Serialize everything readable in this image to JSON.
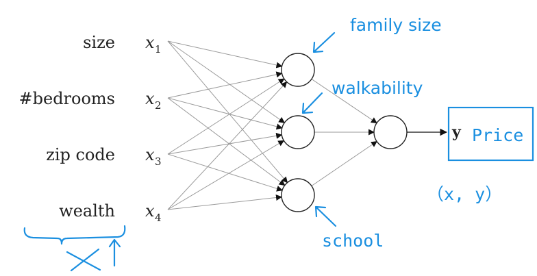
{
  "diagram": {
    "inputs": [
      {
        "label": "size",
        "var": "x",
        "sub": "1"
      },
      {
        "label": "#bedrooms",
        "var": "x",
        "sub": "2"
      },
      {
        "label": "zip code",
        "var": "x",
        "sub": "3"
      },
      {
        "label": "wealth",
        "var": "x",
        "sub": "4"
      }
    ],
    "output_label": "y",
    "annotations": {
      "hidden1": "family size",
      "hidden2": "walkability",
      "hidden3": "school",
      "price": "Price",
      "pair": "（x, y）"
    }
  },
  "colors": {
    "ink": "#222222",
    "edge": "#9a9a9a",
    "annotation": "#1a8fe0"
  }
}
